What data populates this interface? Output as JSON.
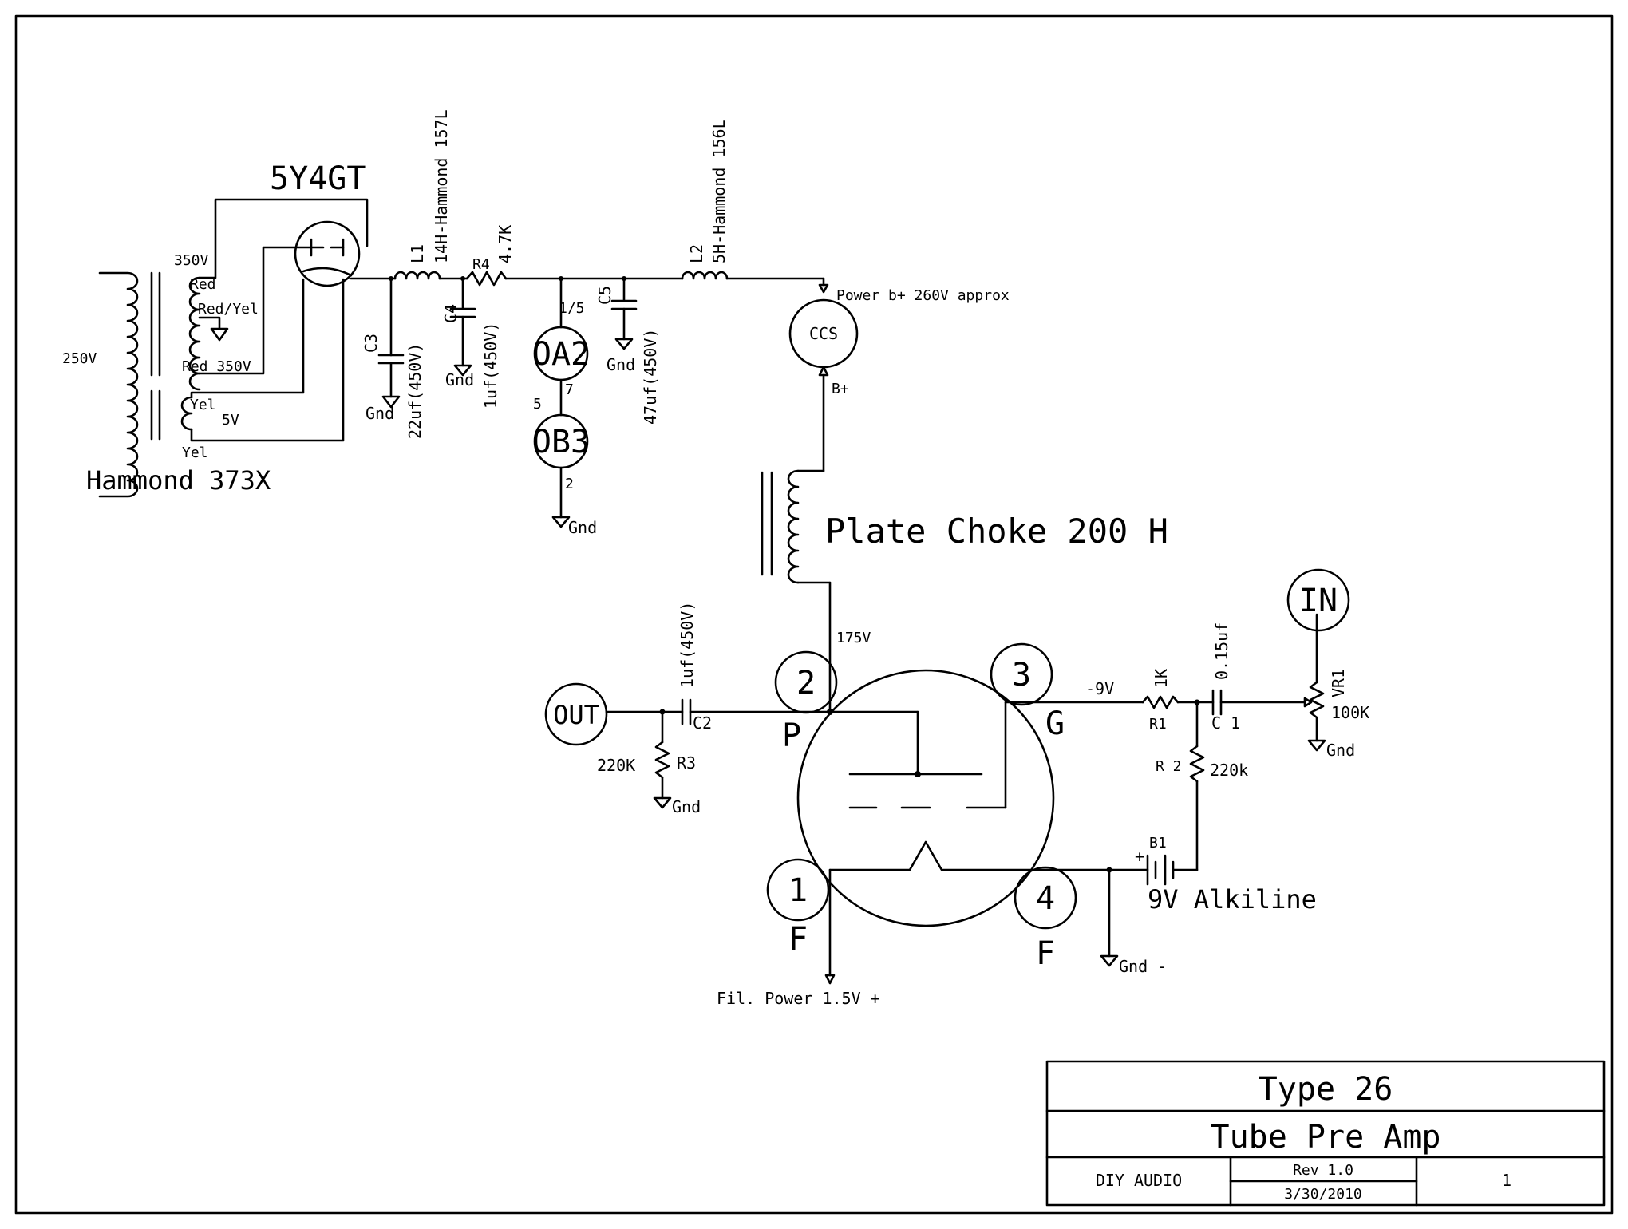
{
  "power_supply": {
    "rectifier": "5Y4GT",
    "transformer": "Hammond 373X",
    "primary": "250V",
    "sec_350": "350V",
    "red": "Red",
    "red_yel": "Red/Yel",
    "red_350": "Red 350V",
    "yel": "Yel",
    "v5": "5V",
    "yel2": "Yel"
  },
  "filter": {
    "l1_ref": "L1",
    "l1_value": "14H-Hammond 157L",
    "r4_ref": "R4",
    "r4_value": "4.7K",
    "c3_ref": "C3",
    "c3_value": "22uf(450V)",
    "c4_ref": "C4",
    "c4_value": "1uf(450V)",
    "c5_ref": "C5",
    "c5_value": "47uf(450V)",
    "l2_ref": "L2",
    "l2_value": "5H-Hammond 156L"
  },
  "regulators": {
    "oa2": "OA2",
    "ob3": "OB3",
    "pin_15": "1/5",
    "pin_7": "7",
    "pin_5": "5",
    "pin_2": "2"
  },
  "gnd": "Gnd",
  "gnd_minus": "Gnd -",
  "ccs": {
    "label": "CCS",
    "power_note": "Power b+ 260V approx",
    "bplus": "B+"
  },
  "choke_label": "Plate Choke 200 H",
  "tube": {
    "plate_voltage": "175V",
    "pin2": "2",
    "pin3": "3",
    "pin1": "1",
    "pin4": "4",
    "p": "P",
    "g": "G",
    "f1": "F",
    "f2": "F",
    "grid_voltage": "-9V",
    "fil_power": "Fil. Power 1.5V +"
  },
  "output": {
    "out": "OUT",
    "c2_value": "1uf(450V)",
    "c2_ref": "C2",
    "r3_value": "220K",
    "r3_ref": "R3"
  },
  "input": {
    "in": "IN",
    "r1_value": "1K",
    "r1_ref": "R1",
    "c1_value": "0.15uf",
    "c1_ref": "C 1",
    "vr1_ref": "VR1",
    "vr1_value": "100K",
    "r2_ref": "R 2",
    "r2_value": "220k",
    "b1_ref": "B1",
    "battery": "9V Alkiline",
    "plus": "+"
  },
  "title_block": {
    "title": "Type 26",
    "subtitle": "Tube Pre Amp",
    "company": "DIY AUDIO",
    "rev": "Rev 1.0",
    "date": "3/30/2010",
    "sheet": "1"
  }
}
